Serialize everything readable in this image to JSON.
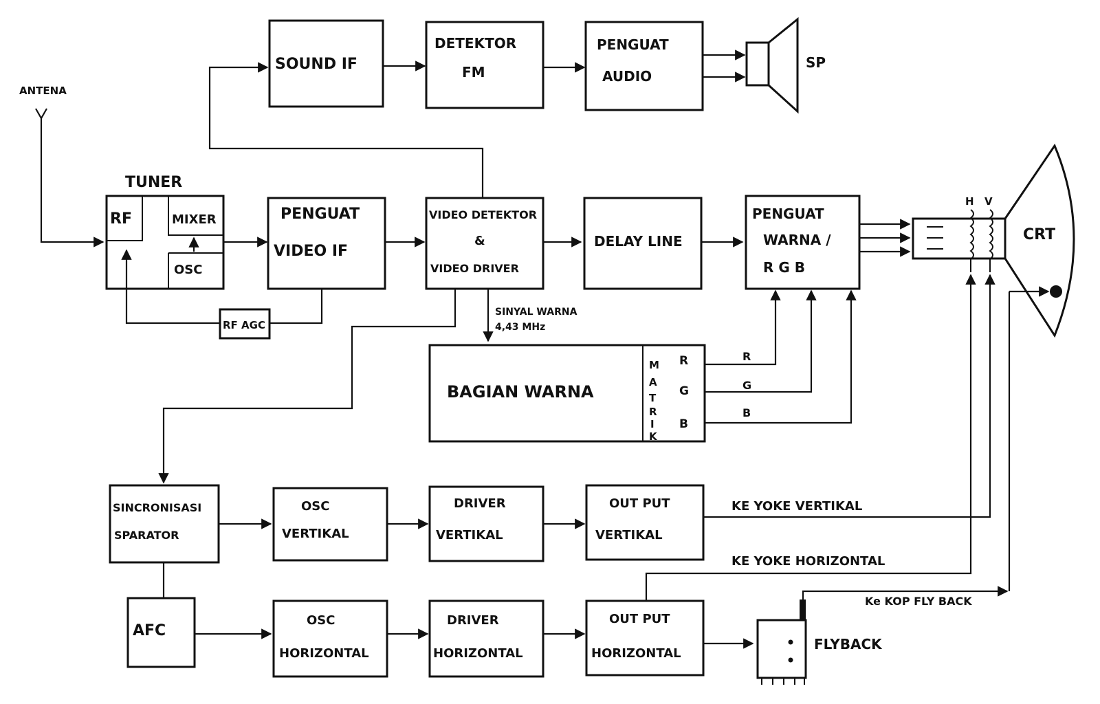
{
  "labels": {
    "antenna": "ANTENA",
    "tuner": "TUNER",
    "rf": "RF",
    "mixer": "MIXER",
    "osc": "OSC",
    "rf_agc": "RF AGC",
    "sound_if": "SOUND IF",
    "detektor_fm_1": "DETEKTOR",
    "detektor_fm_2": "FM",
    "penguat_audio_1": "PENGUAT",
    "penguat_audio_2": "AUDIO",
    "sp": "SP",
    "penguat_video_if_1": "PENGUAT",
    "penguat_video_if_2": "VIDEO IF",
    "video_det_1": "VIDEO DETEKTOR",
    "video_det_2": "&",
    "video_det_3": "VIDEO DRIVER",
    "delay_line": "DELAY LINE",
    "penguat_warna_1": "PENGUAT",
    "penguat_warna_2": "WARNA /",
    "penguat_warna_3": "R G B",
    "crt": "CRT",
    "h": "H",
    "v": "V",
    "sinyal_warna_1": "SINYAL WARNA",
    "sinyal_warna_2": "4,43 MHz",
    "bagian_warna": "BAGIAN WARNA",
    "matrik": [
      "M",
      "A",
      "T",
      "R",
      "I",
      "K"
    ],
    "r": "R",
    "g": "G",
    "b": "B",
    "sync_1": "SINCRONISASI",
    "sync_2": "SPARATOR",
    "osc_vert_1": "OSC",
    "osc_vert_2": "VERTIKAL",
    "drv_vert_1": "DRIVER",
    "drv_vert_2": "VERTIKAL",
    "out_vert_1": "OUT PUT",
    "out_vert_2": "VERTIKAL",
    "ke_yoke_vertikal": "KE  YOKE VERTIKAL",
    "ke_yoke_horizontal": "KE  YOKE HORIZONTAL",
    "afc": "AFC",
    "osc_hor_1": "OSC",
    "osc_hor_2": "HORIZONTAL",
    "drv_hor_1": "DRIVER",
    "drv_hor_2": "HORIZONTAL",
    "out_hor_1": "OUT PUT",
    "out_hor_2": "HORIZONTAL",
    "ke_kop_flyback": "Ke KOP FLY BACK",
    "flyback": "FLYBACK"
  }
}
